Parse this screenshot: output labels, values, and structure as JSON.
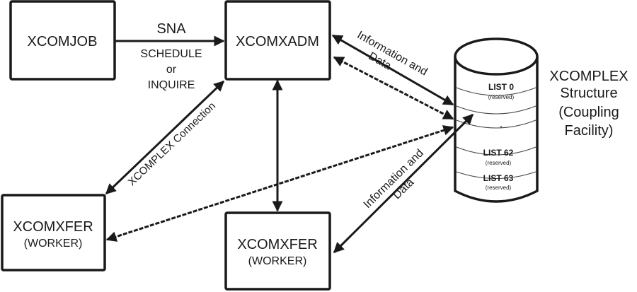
{
  "diagram": {
    "nodes": {
      "xcomjob": {
        "title": "XCOMJOB"
      },
      "xcomxadm": {
        "title": "XCOMXADM"
      },
      "worker_left": {
        "title": "XCOMXFER",
        "subtitle": "(WORKER)"
      },
      "worker_bottom": {
        "title": "XCOMXFER",
        "subtitle": "(WORKER)"
      },
      "structure": {
        "lists": [
          {
            "name": "LIST 0",
            "note": "(reserved)"
          },
          {
            "name": "LIST 62",
            "note": "(reserved)"
          },
          {
            "name": "LIST 63",
            "note": "(reserved)"
          }
        ],
        "separator_mark": "-",
        "caption": [
          "XCOMPLEX",
          "Structure",
          "(Coupling",
          "Facility)"
        ]
      }
    },
    "edges": {
      "job_to_adm": {
        "label_top": "SNA",
        "label_bottom": [
          "SCHEDULE",
          "or",
          "INQUIRE"
        ]
      },
      "adm_to_structure": {
        "label": [
          "Information and",
          "Data"
        ]
      },
      "adm_to_worker_left": {
        "label": "XCOMPLEX Connection"
      },
      "worker_bottom_to_structure": {
        "label": [
          "Information and",
          "Data"
        ]
      }
    }
  }
}
